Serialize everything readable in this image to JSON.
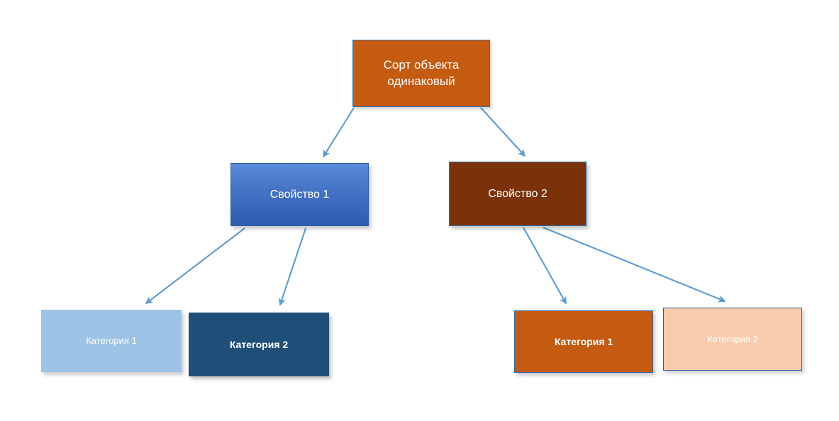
{
  "diagram": {
    "title": "",
    "background_color": "#FFFFFF",
    "connector_color": "#5B9BD5",
    "nodes": {
      "root": {
        "label": "Сорт объекта\nодинаковый",
        "fill": "#C55A11",
        "text_color": "#FFFFFF",
        "border": "#2E75B6"
      },
      "property_1": {
        "label": "Свойство 1",
        "fill": "#4472C4",
        "text_color": "#FFFFFF",
        "border": "#2E5FA8"
      },
      "property_2": {
        "label": "Свойство 2",
        "fill": "#7B3208",
        "text_color": "#FFFFFF",
        "border": "#2E75B6"
      },
      "category_left_1": {
        "label": "Категория 1",
        "fill": "#9DC3E6",
        "text_color": "#FFFFFF",
        "border": "#9DC3E6"
      },
      "category_left_2": {
        "label": "Категория 2",
        "fill": "#1F4E79",
        "text_color": "#FFFFFF",
        "border": "#1F4E79"
      },
      "category_right_1": {
        "label": "Категория 1",
        "fill": "#C55A11",
        "text_color": "#FFFFFF",
        "border": "#2E5FA8"
      },
      "category_right_2": {
        "label": "Категория 2",
        "fill": "#F8CBAD",
        "text_color": "#FFFFFF",
        "border": "#2E5FA8"
      }
    },
    "edges": [
      {
        "from": "root",
        "to": "property_1"
      },
      {
        "from": "root",
        "to": "property_2"
      },
      {
        "from": "property_1",
        "to": "category_left_1"
      },
      {
        "from": "property_1",
        "to": "category_left_2"
      },
      {
        "from": "property_2",
        "to": "category_right_1"
      },
      {
        "from": "property_2",
        "to": "category_right_2"
      }
    ]
  }
}
